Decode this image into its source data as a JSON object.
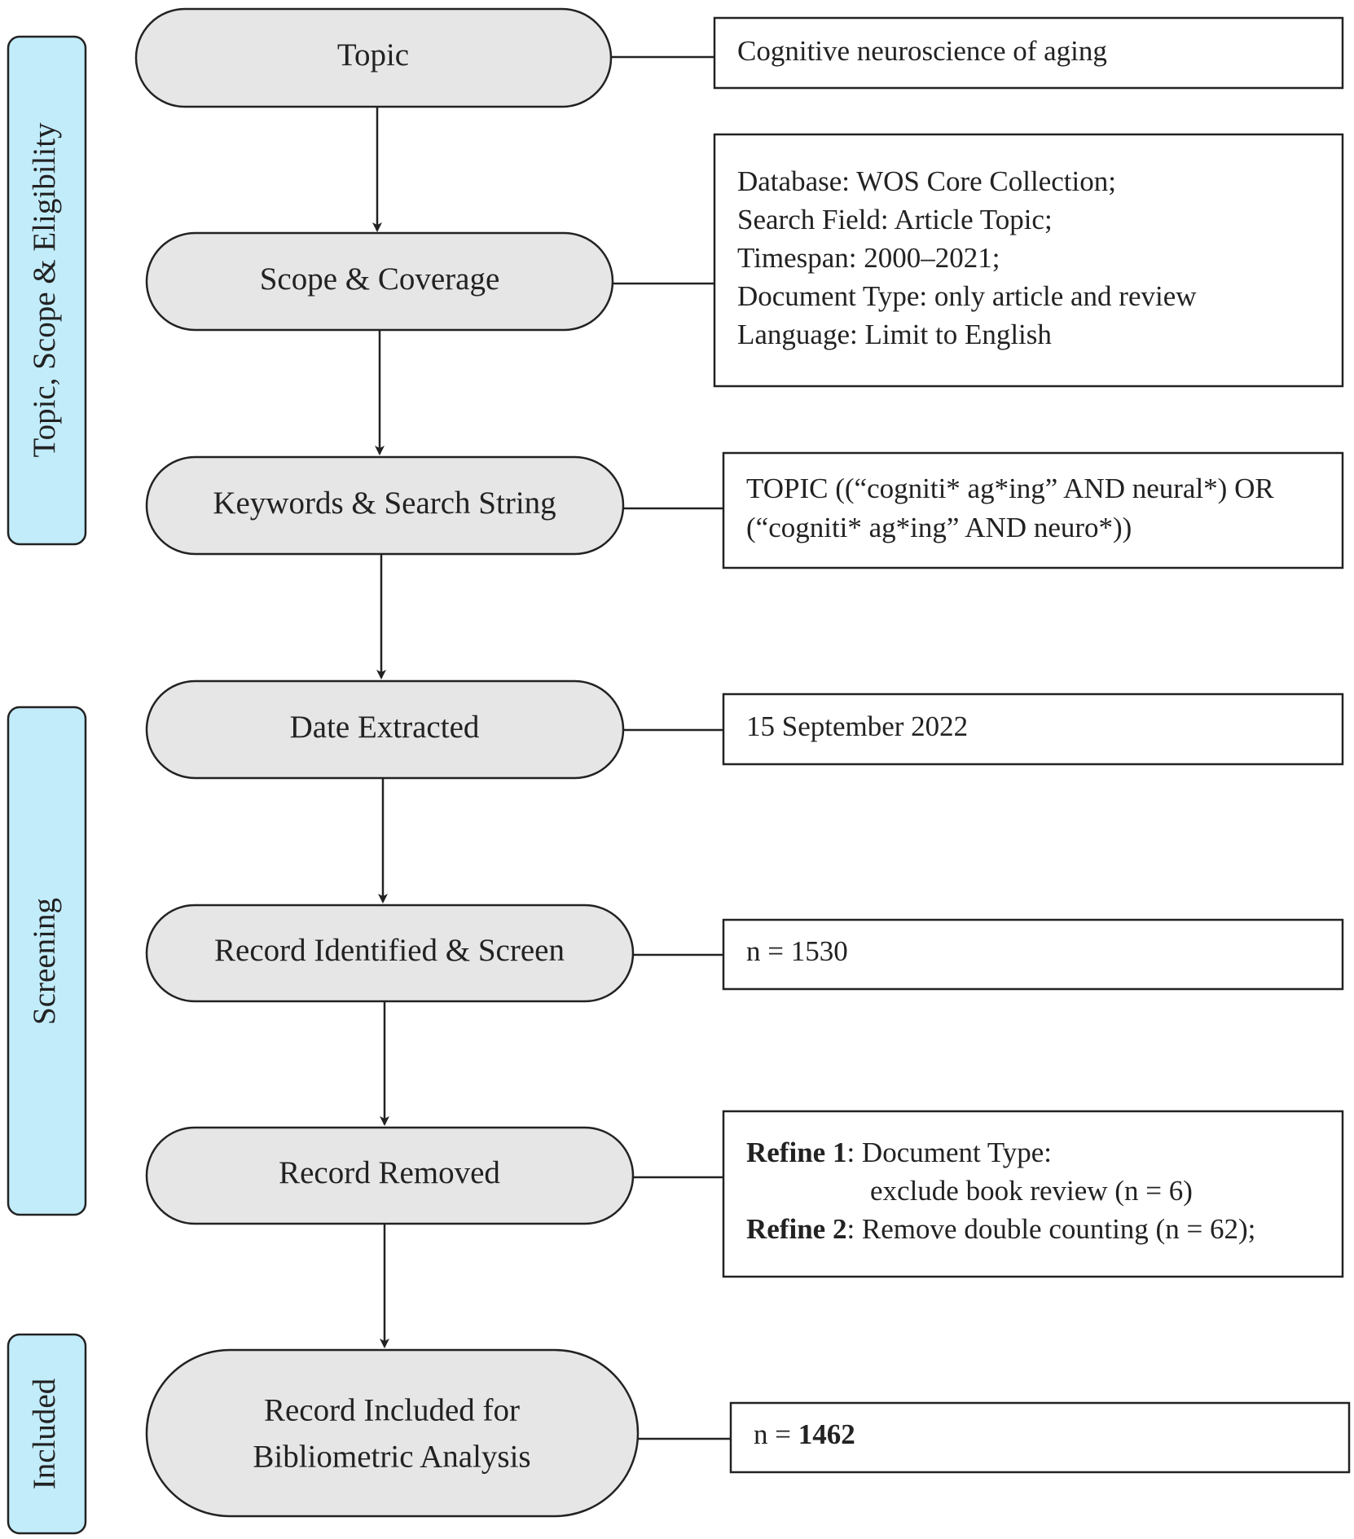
{
  "sections": [
    {
      "id": "s1",
      "label": "Topic, Scope & Eligibility"
    },
    {
      "id": "s2",
      "label": "Screening"
    },
    {
      "id": "s3",
      "label": "Included"
    }
  ],
  "nodes": [
    {
      "id": "n1",
      "lines": [
        "Topic"
      ]
    },
    {
      "id": "n2",
      "lines": [
        "Scope & Coverage"
      ]
    },
    {
      "id": "n3",
      "lines": [
        "Keywords & Search String"
      ]
    },
    {
      "id": "n4",
      "lines": [
        "Date Extracted"
      ]
    },
    {
      "id": "n5",
      "lines": [
        "Record Identified & Screen"
      ]
    },
    {
      "id": "n6",
      "lines": [
        "Record Removed"
      ]
    },
    {
      "id": "n7",
      "lines": [
        "Record Included for",
        "Bibliometric Analysis"
      ]
    }
  ],
  "details": [
    {
      "id": "d1",
      "lines": [
        [
          {
            "text": "Cognitive neuroscience of aging"
          }
        ]
      ]
    },
    {
      "id": "d2",
      "lines": [
        [
          {
            "text": "Database: WOS Core Collection;"
          }
        ],
        [
          {
            "text": "Search Field: Article Topic;"
          }
        ],
        [
          {
            "text": "Timespan: 2000–2021;"
          }
        ],
        [
          {
            "text": "Document Type: only article and review"
          }
        ],
        [
          {
            "text": "Language: Limit to English"
          }
        ]
      ]
    },
    {
      "id": "d3",
      "lines": [
        [
          {
            "text": "TOPIC ((“cogniti* ag*ing” AND neural*) OR"
          }
        ],
        [
          {
            "text": "(“cogniti* ag*ing” AND neuro*))"
          }
        ]
      ]
    },
    {
      "id": "d4",
      "lines": [
        [
          {
            "text": "15 September 2022"
          }
        ]
      ]
    },
    {
      "id": "d5",
      "lines": [
        [
          {
            "text": "n = 1530"
          }
        ]
      ]
    },
    {
      "id": "d6",
      "lines": [
        [
          {
            "text": "Refine 1",
            "bold": true
          },
          {
            "text": ": Document Type:"
          }
        ],
        [
          {
            "text": "exclude book review (n = 6)"
          }
        ],
        [
          {
            "text": "Refine 2",
            "bold": true
          },
          {
            "text": ": Remove double counting (n = 62);"
          }
        ]
      ]
    },
    {
      "id": "d7",
      "lines": [
        [
          {
            "text": "n = "
          },
          {
            "text": "1462",
            "bold": true
          }
        ]
      ]
    }
  ],
  "colors": {
    "section_fill": "#c2ecfa",
    "node_fill": "#e6e6e6",
    "stroke": "#222222"
  }
}
